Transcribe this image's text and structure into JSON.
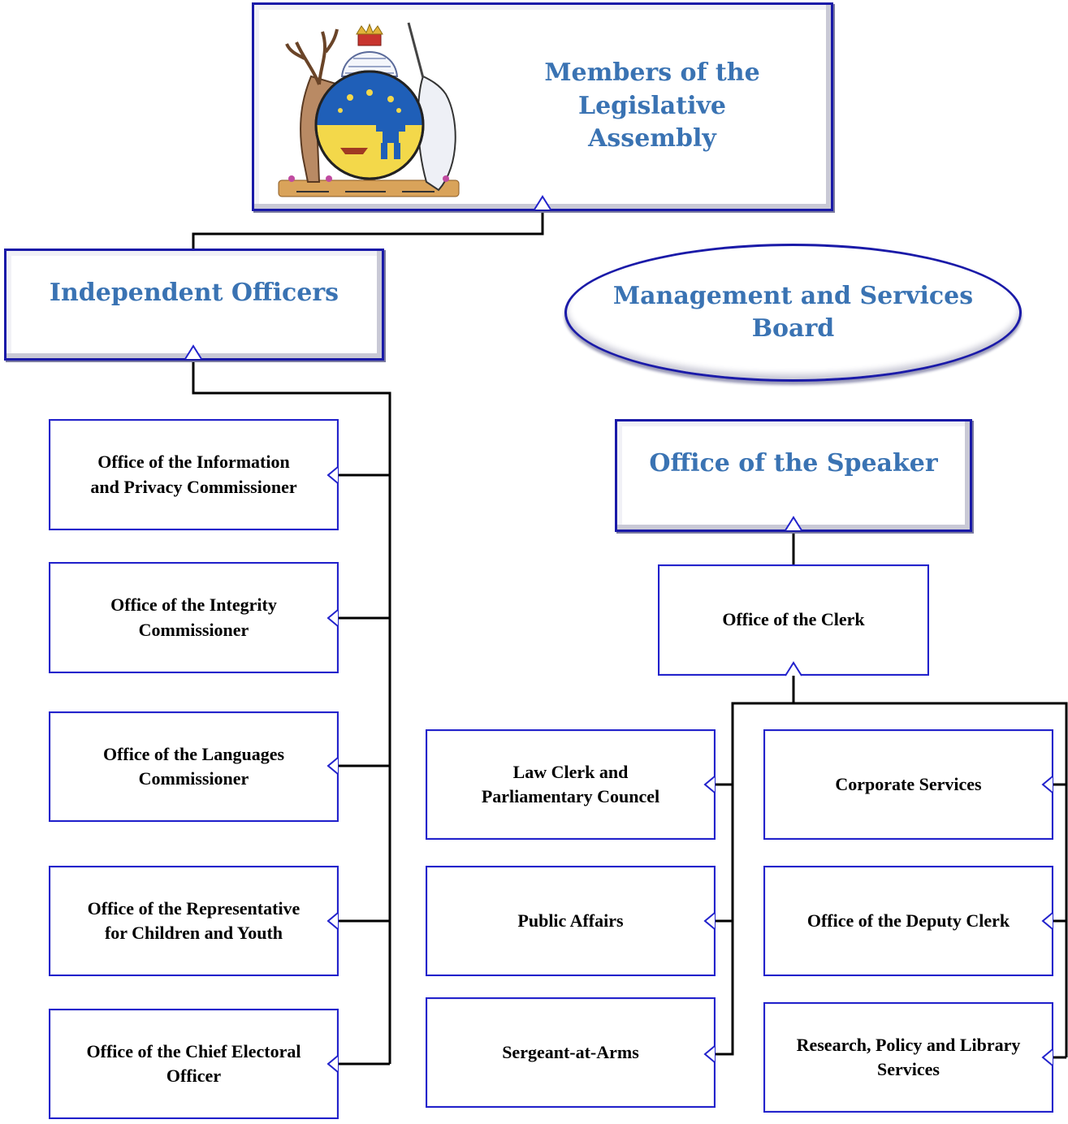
{
  "top": {
    "line1": "Members of the",
    "line2": "Legislative Assembly"
  },
  "independent": {
    "label": "Independent Officers"
  },
  "board": {
    "line1": "Management and Services",
    "line2": "Board"
  },
  "speaker": {
    "label": "Office of the Speaker"
  },
  "clerk": {
    "label": "Office of the Clerk"
  },
  "left_items": [
    {
      "line1": "Office of the Information",
      "line2": "and Privacy Commissioner"
    },
    {
      "line1": "Office of the Integrity",
      "line2": "Commissioner"
    },
    {
      "line1": "Office of the Languages",
      "line2": "Commissioner"
    },
    {
      "line1": "Office of the Representative",
      "line2": "for Children and Youth"
    },
    {
      "line1": "Office of the Chief Electoral",
      "line2": "Officer"
    }
  ],
  "mid_items": [
    {
      "line1": "Law Clerk and",
      "line2": "Parliamentary Councel"
    },
    {
      "line1": "Public Affairs",
      "line2": ""
    },
    {
      "line1": "Sergeant-at-Arms",
      "line2": ""
    }
  ],
  "right_items": [
    {
      "line1": "Corporate Services",
      "line2": ""
    },
    {
      "line1": "Office of the Deputy Clerk",
      "line2": ""
    },
    {
      "line1": "Research, Policy and Library",
      "line2": "Services"
    }
  ],
  "colors": {
    "box_border": "#2222cc",
    "heading_text": "#3a73b3",
    "connector": "#000000"
  },
  "icons": {
    "crest": "nunavut-coat-of-arms"
  }
}
